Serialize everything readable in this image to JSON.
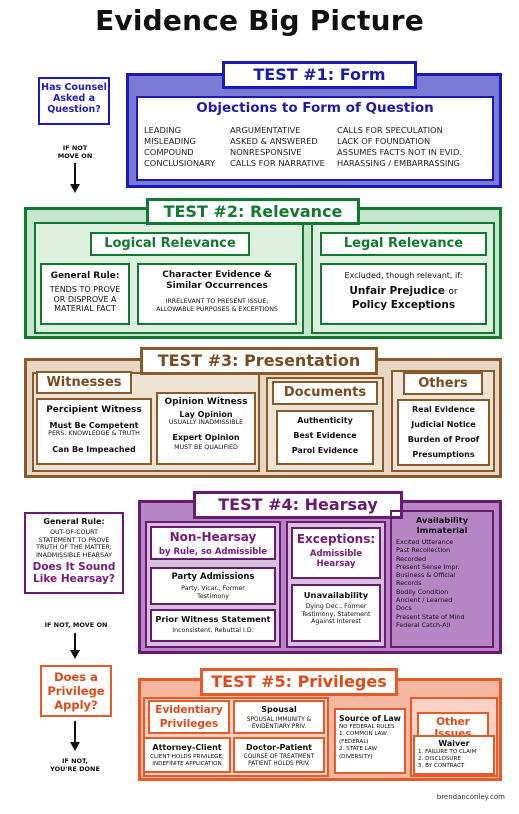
{
  "title": "Evidence Big Picture",
  "flow": {
    "counsel_q": "Has Counsel Asked a Question?",
    "if_not_move_on": "IF NOT\nMOVE ON",
    "if_not_move_on_2": "IF NOT, MOVE ON",
    "privilege_q": "Does a Privilege Apply?",
    "if_not_done": "IF NOT,\nYOU'RE DONE"
  },
  "test1": {
    "title": "TEST #1: Form",
    "subtitle": "Objections to Form of Question",
    "col1": "LEADING\nMISLEADING\nCOMPOUND\nCONCLUSIONARY",
    "col2": "ARGUMENTATIVE\nASKED & ANSWERED\nNONRESPONSIVE\nCALLS FOR NARRATIVE",
    "col3": "CALLS FOR SPECULATION\nLACK OF FOUNDATION\nASSUMES FACTS NOT IN EVID.\nHARASSING / EMBARRASSING"
  },
  "test2": {
    "title": "TEST #2: Relevance",
    "logical_title": "Logical Relevance",
    "legal_title": "Legal Relevance",
    "general_rule_title": "General Rule:",
    "general_rule_text": "TENDS TO PROVE\nOR DISPROVE A\nMATERIAL FACT",
    "character_title": "Character Evidence &\nSimilar Occurrences",
    "character_text": "IRRELEVANT TO PRESENT ISSUE;\nALLOWABLE PURPOSES & EXCEPTIONS",
    "excluded_text": "Excluded, though relevant, if:",
    "unfair_prejudice": "Unfair Prejudice",
    "or_word": "or",
    "policy_exceptions": "Policy Exceptions"
  },
  "test3": {
    "title": "TEST #3: Presentation",
    "witnesses_title": "Witnesses",
    "percipient_title": "Percipient Witness",
    "must_be_competent": "Must Be Competent",
    "pers_knowledge": "PERS. KNOWLEDGE & TRUTH",
    "can_be_impeached": "Can Be Impeached",
    "opinion_title": "Opinion Witness",
    "lay_opinion": "Lay Opinion",
    "usually_inadmissible": "USUALLY INADMISSIBLE",
    "expert_opinion": "Expert Opinion",
    "must_be_qualified": "MUST BE QUALIFIED",
    "documents_title": "Documents",
    "authenticity": "Authenticity",
    "best_evidence": "Best Evidence",
    "parol_evidence": "Parol Evidence",
    "others_title": "Others",
    "real_evidence": "Real Evidence",
    "judicial_notice": "Judicial Notice",
    "burden_of_proof": "Burden of Proof",
    "presumptions": "Presumptions"
  },
  "test4": {
    "title": "TEST #4: Hearsay",
    "general_rule_title": "General Rule:",
    "general_rule_text": "OUT-OF-COURT\nSTATEMENT TO PROVE\nTRUTH OF THE MATTER:\nINADMISSIBLE HEARSAY",
    "sound_like": "Does It Sound\nLike Hearsay?",
    "nonhearsay_title": "Non-Hearsay",
    "nonhearsay_sub": "by Rule, so Admissible",
    "party_title": "Party Admissions",
    "party_text": "Party, Vicar., Former\nTestimony",
    "prior_title": "Prior Witness Statement",
    "prior_text": "Inconsistent, Rebuttal I.D.",
    "exceptions_title": "Exceptions:",
    "exceptions_sub": "Admissible\nHearsay",
    "unavail_title": "Unavailability",
    "unavail_text": "Dying Dec., Former\nTestimony, Statement\nAgainst Interest",
    "avail_title": "Availability\nImmaterial",
    "avail_text": "Excited Utterance\nPast Recollection\nRecorded\nPresent Sense Impr.\nBusiness & Official\nRecords\nBodily Condition\nAncient / Learned\nDocs\nPresent State of Mind\nFederal Catch-All"
  },
  "test5": {
    "title": "TEST #5: Privileges",
    "evidentiary_title": "Evidentiary\nPrivileges",
    "spousal_title": "Spousal",
    "spousal_text": "SPOUSAL IMMUNITY &\nEVIDENTIARY PRIV.",
    "attorney_title": "Attorney-Client",
    "attorney_text": "CLIENT HOLDS PRIVILEGE;\nINDEFINITE APPLICATION",
    "doctor_title": "Doctor-Patient",
    "doctor_text": "COURSE OF TREATMENT\nPATIENT HOLDS PRIV.",
    "source_title": "Source of Law",
    "source_text": "NO FEDERAL RULES\n1. COMMON LAW\n(FEDERAL)\n2. STATE LAW\n(DIVERSITY)",
    "other_title": "Other\nIssues",
    "waiver_title": "Waiver",
    "waiver_text": "1. FAILURE TO CLAIM\n2. DISCLOSURE\n3. BY CONTRACT"
  },
  "credit": "brendanconley.com"
}
